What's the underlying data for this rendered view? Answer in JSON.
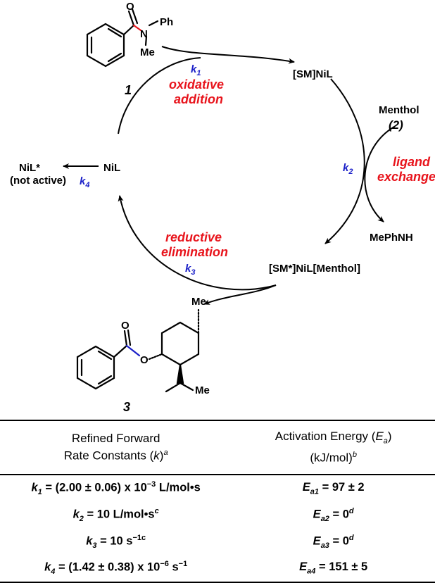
{
  "diagram": {
    "compound_1_label": "1",
    "compound_3_label": "3",
    "substituents": {
      "amide_O": "O",
      "amide_N": "N",
      "ph": "Ph",
      "n_me": "Me",
      "ester_O_carbonyl": "O",
      "ester_O": "O",
      "ring_me": "Me",
      "ipr_me": "Me"
    },
    "species": {
      "sm_nil": "[SM]NiL",
      "menthol": "Menthol",
      "menthol_num": "(2)",
      "mephnh": "MePhNH",
      "sm_star_complex": "[SM*]NiL[Menthol]",
      "nil": "NiL",
      "nil_star": "NiL*",
      "not_active": "(not active)"
    },
    "steps": {
      "oxidative_1": "oxidative",
      "oxidative_2": "addition",
      "ligand_1": "ligand",
      "ligand_2": "exchange",
      "reductive_1": "reductive",
      "reductive_2": "elimination"
    },
    "rate_labels": {
      "k1": "k",
      "k1_sub": "1",
      "k2": "k",
      "k2_sub": "2",
      "k3": "k",
      "k3_sub": "3",
      "k4": "k",
      "k4_sub": "4"
    },
    "colors": {
      "red": "#e8141c",
      "blue": "#1a1fc8",
      "bond_red": "#e8141c",
      "bond_blue": "#1a1fc8"
    }
  },
  "table": {
    "header_col1_line1": "Refined Forward",
    "header_col1_line2_pre": "Rate Constants (",
    "header_col1_k": "k",
    "header_col1_line2_post": ")",
    "header_col1_sup": "a",
    "header_col2_line1_pre": "Activation Energy (",
    "header_col2_E": "E",
    "header_col2_Esub": "a",
    "header_col2_line1_post": ")",
    "header_col2_line2_pre": "(kJ/mol)",
    "header_col2_sup": "b",
    "rows": [
      {
        "k": "k",
        "ksub": "1",
        "value": " = (2.00 ± 0.06) x 10",
        "exp": "−3",
        "unit": " L/mol•s",
        "note": "",
        "E": "E",
        "Esub": "a1",
        "evalue": " = 97 ± 2",
        "enote": ""
      },
      {
        "k": "k",
        "ksub": "2",
        "value": " = 10 L/mol•s",
        "exp": "",
        "unit": "",
        "note": "c",
        "E": "E",
        "Esub": "a2",
        "evalue": " = 0",
        "enote": "d"
      },
      {
        "k": "k",
        "ksub": "3",
        "value": " = 10 s",
        "exp": "−1c",
        "unit": "",
        "note": "",
        "E": "E",
        "Esub": "a3",
        "evalue": " = 0",
        "enote": "d"
      },
      {
        "k": "k",
        "ksub": "4",
        "value": " = (1.42 ± 0.38) x 10",
        "exp": "−6",
        "unit": " s",
        "note": "",
        "unit_exp": "−1",
        "E": "E",
        "Esub": "a4",
        "evalue": " = 151 ± 5",
        "enote": ""
      }
    ]
  }
}
